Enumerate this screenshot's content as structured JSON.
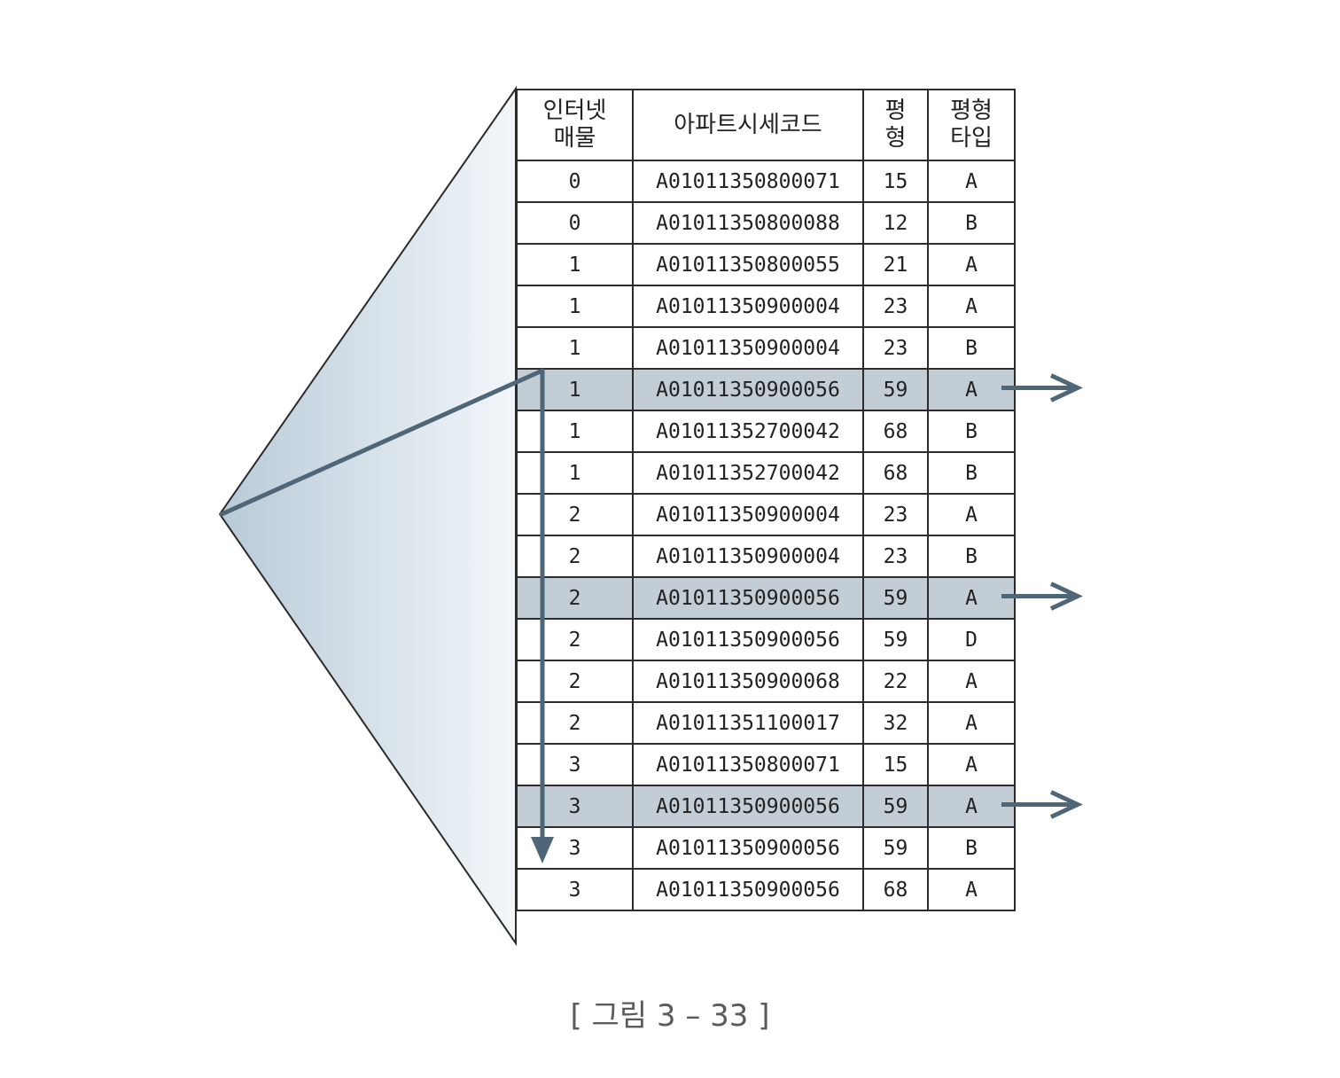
{
  "table": {
    "headers": [
      "인터넷\n매물",
      "아파트시세코드",
      "평\n형",
      "평형\n타입"
    ],
    "rows": [
      {
        "c": [
          "0",
          "A01011350800071",
          "15",
          "A"
        ],
        "hl": false
      },
      {
        "c": [
          "0",
          "A01011350800088",
          "12",
          "B"
        ],
        "hl": false
      },
      {
        "c": [
          "1",
          "A01011350800055",
          "21",
          "A"
        ],
        "hl": false
      },
      {
        "c": [
          "1",
          "A01011350900004",
          "23",
          "A"
        ],
        "hl": false
      },
      {
        "c": [
          "1",
          "A01011350900004",
          "23",
          "B"
        ],
        "hl": false
      },
      {
        "c": [
          "1",
          "A01011350900056",
          "59",
          "A"
        ],
        "hl": true
      },
      {
        "c": [
          "1",
          "A01011352700042",
          "68",
          "B"
        ],
        "hl": false
      },
      {
        "c": [
          "1",
          "A01011352700042",
          "68",
          "B"
        ],
        "hl": false
      },
      {
        "c": [
          "2",
          "A01011350900004",
          "23",
          "A"
        ],
        "hl": false
      },
      {
        "c": [
          "2",
          "A01011350900004",
          "23",
          "B"
        ],
        "hl": false
      },
      {
        "c": [
          "2",
          "A01011350900056",
          "59",
          "A"
        ],
        "hl": true
      },
      {
        "c": [
          "2",
          "A01011350900056",
          "59",
          "D"
        ],
        "hl": false
      },
      {
        "c": [
          "2",
          "A01011350900068",
          "22",
          "A"
        ],
        "hl": false
      },
      {
        "c": [
          "2",
          "A01011351100017",
          "32",
          "A"
        ],
        "hl": false
      },
      {
        "c": [
          "3",
          "A01011350800071",
          "15",
          "A"
        ],
        "hl": false
      },
      {
        "c": [
          "3",
          "A01011350900056",
          "59",
          "A"
        ],
        "hl": true
      },
      {
        "c": [
          "3",
          "A01011350900056",
          "59",
          "B"
        ],
        "hl": false
      },
      {
        "c": [
          "3",
          "A01011350900056",
          "68",
          "A"
        ],
        "hl": false
      }
    ]
  },
  "caption": "[ 그림 3 – 33 ]",
  "colors": {
    "highlight": "#c3cdd6",
    "arrow": "#4e6678",
    "fan_light": "#f3f7fa",
    "fan_dark": "#b8cad8",
    "border": "#2b2b2b"
  }
}
